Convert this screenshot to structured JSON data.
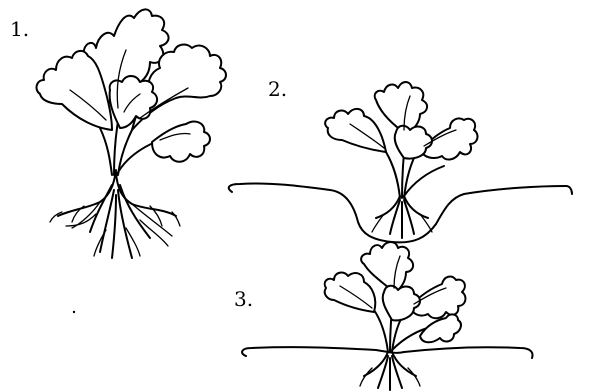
{
  "steps": [
    {
      "label": "1."
    },
    {
      "label": "2."
    },
    {
      "label": "3."
    }
  ],
  "colors": {
    "ink": "#000000",
    "background": "#ffffff"
  }
}
